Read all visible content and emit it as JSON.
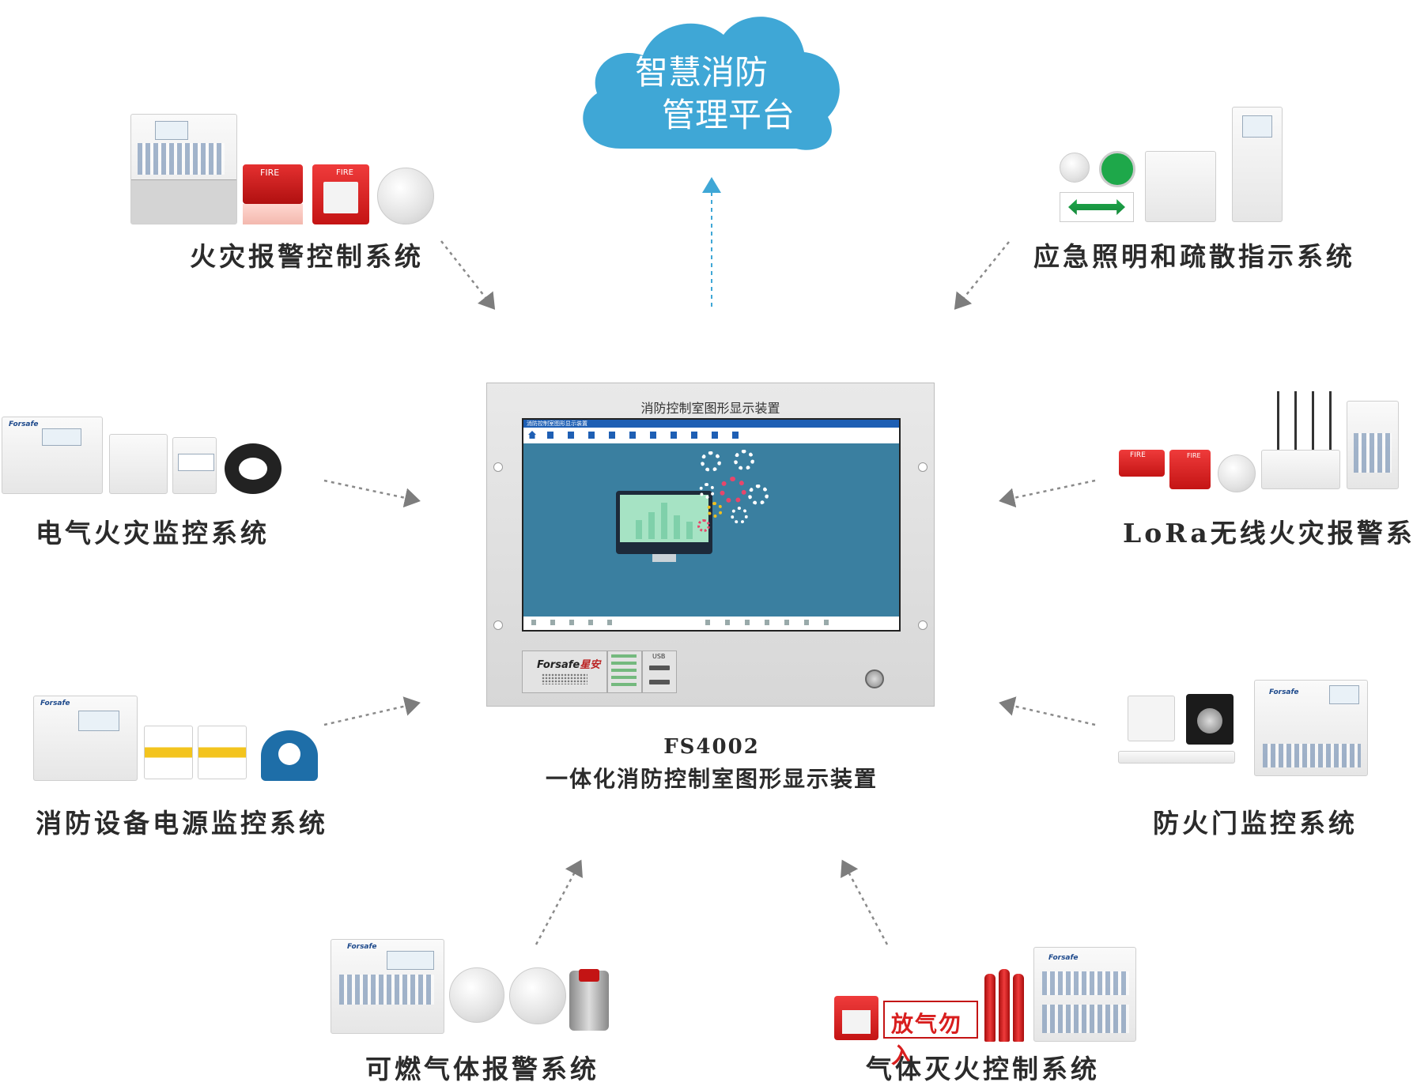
{
  "cloud": {
    "line1": "智慧消防",
    "line2": "管理平台",
    "color": "#3fa7d6"
  },
  "center_device": {
    "panel_title": "消防控制室图形显示装置",
    "app_bar_title": "消防控制室图形显示装置",
    "brand": "Forsafe",
    "brand_cn": "星安",
    "usb_label": "USB",
    "model": "FS4002",
    "caption": "一体化消防控制室图形显示装置",
    "screen_color": "#3a7fa0"
  },
  "systems": {
    "fire_alarm": {
      "title": "火灾报警控制系统",
      "tags": [
        "FIRE",
        "FIRE"
      ]
    },
    "emergency_lighting": {
      "title": "应急照明和疏散指示系统"
    },
    "electrical_fire": {
      "title": "电气火灾监控系统"
    },
    "lora": {
      "title": "LoRa无线火灾报警系统",
      "tags": [
        "FIRE",
        "FIRE"
      ]
    },
    "power_monitor": {
      "title": "消防设备电源监控系统"
    },
    "fire_door": {
      "title": "防火门监控系统"
    },
    "combustible_gas": {
      "title": "可燃气体报警系统"
    },
    "gas_extinguish": {
      "title": "气体灭火控制系统",
      "sign": "放气勿入"
    }
  },
  "colors": {
    "arrow": "#8a8a8a",
    "up_arrow": "#3fa7d6",
    "title": "#2b2b2b",
    "alarm_red": "#d81e1e"
  }
}
